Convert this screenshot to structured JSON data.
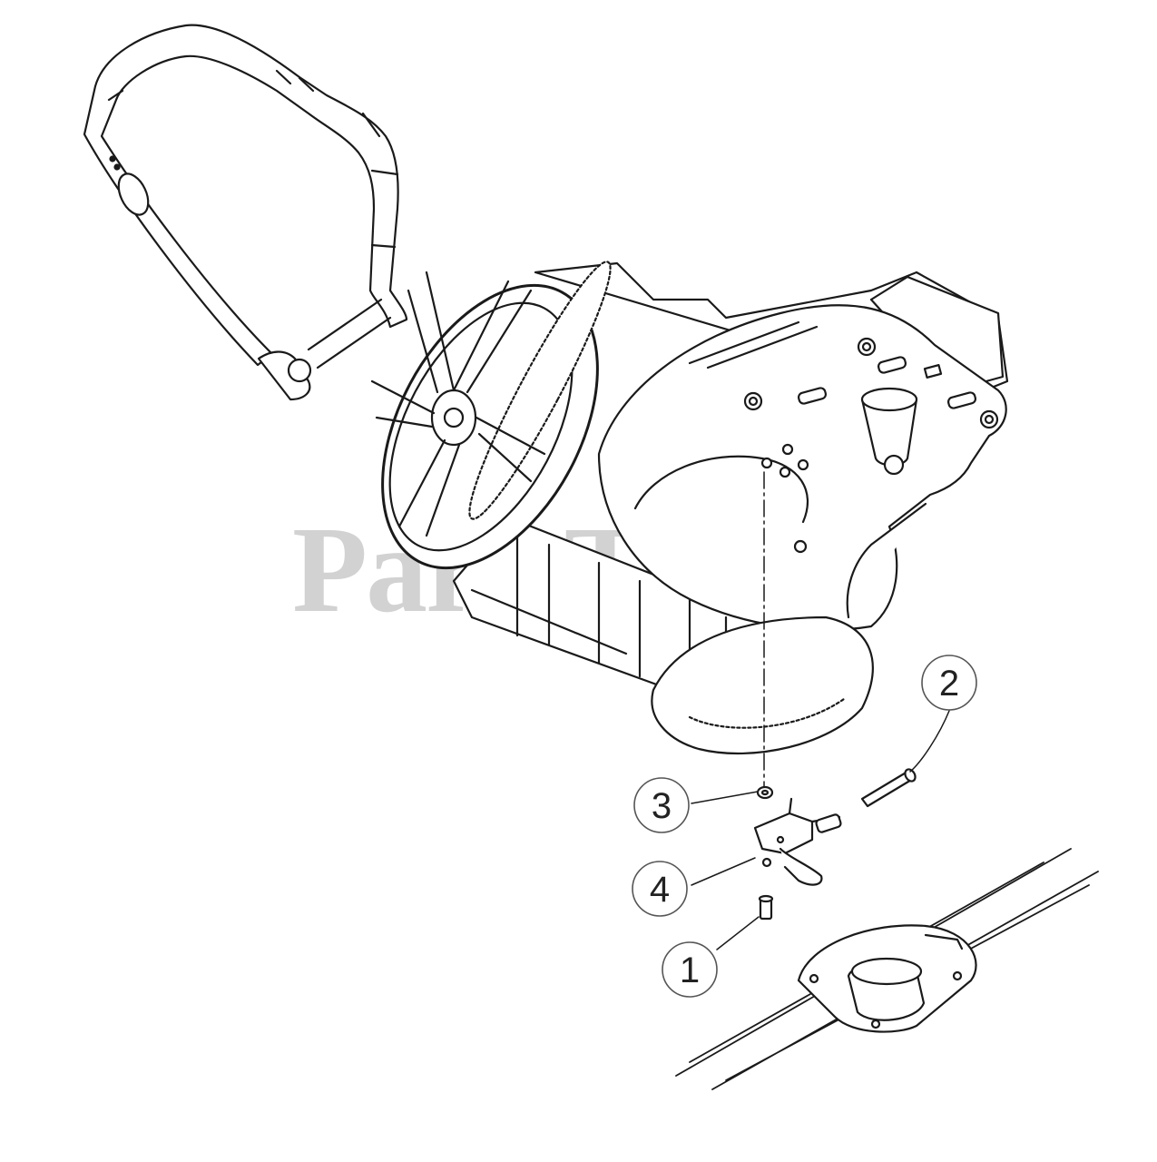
{
  "watermark": {
    "text": "PartsTree",
    "mark": "™"
  },
  "callouts": [
    {
      "id": "callout-1",
      "label": "1"
    },
    {
      "id": "callout-2",
      "label": "2"
    },
    {
      "id": "callout-3",
      "label": "3"
    },
    {
      "id": "callout-4",
      "label": "4"
    }
  ],
  "colors": {
    "line": "#1a1a1a",
    "fill": "#ffffff",
    "watermark": "#d2d2d2"
  }
}
